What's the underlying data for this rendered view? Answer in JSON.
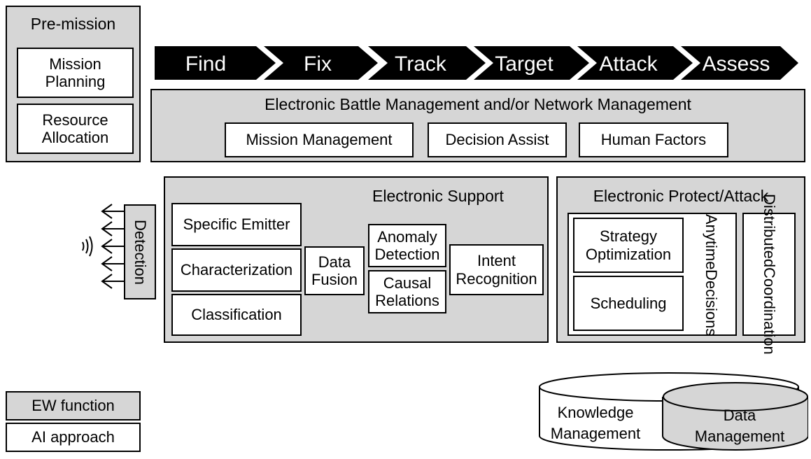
{
  "premission": {
    "title": "Pre-mission",
    "mission_planning": [
      "Mission",
      "Planning"
    ],
    "resource_allocation": [
      "Resource",
      "Allocation"
    ]
  },
  "kill_chain": [
    "Find",
    "Fix",
    "Track",
    "Target",
    "Attack",
    "Assess"
  ],
  "ebm": {
    "title": "Electronic Battle Management and/or Network Management",
    "mission_management": "Mission Management",
    "decision_assist": "Decision Assist",
    "human_factors": "Human Factors"
  },
  "detection": "Detection",
  "es": {
    "title": "Electronic Support",
    "specific_emitter": "Specific Emitter",
    "characterization": "Characterization",
    "classification": "Classification",
    "data_fusion": [
      "Data",
      "Fusion"
    ],
    "anomaly_detection": [
      "Anomaly",
      "Detection"
    ],
    "causal_relations": [
      "Causal",
      "Relations"
    ],
    "intent_recognition": [
      "Intent",
      "Recognition"
    ]
  },
  "epa": {
    "title": "Electronic Protect/Attack",
    "strategy_optimization": [
      "Strategy",
      "Optimization"
    ],
    "scheduling": "Scheduling",
    "anytime_decisions": [
      "Anytime",
      "Decisions"
    ],
    "distributed_coordination": [
      "Distributed",
      "Coordination"
    ]
  },
  "legend": {
    "ew_function": "EW function",
    "ai_approach": "AI approach"
  },
  "storage": {
    "knowledge_management": [
      "Knowledge",
      "Management"
    ],
    "data_management": [
      "Data",
      "Management"
    ]
  }
}
